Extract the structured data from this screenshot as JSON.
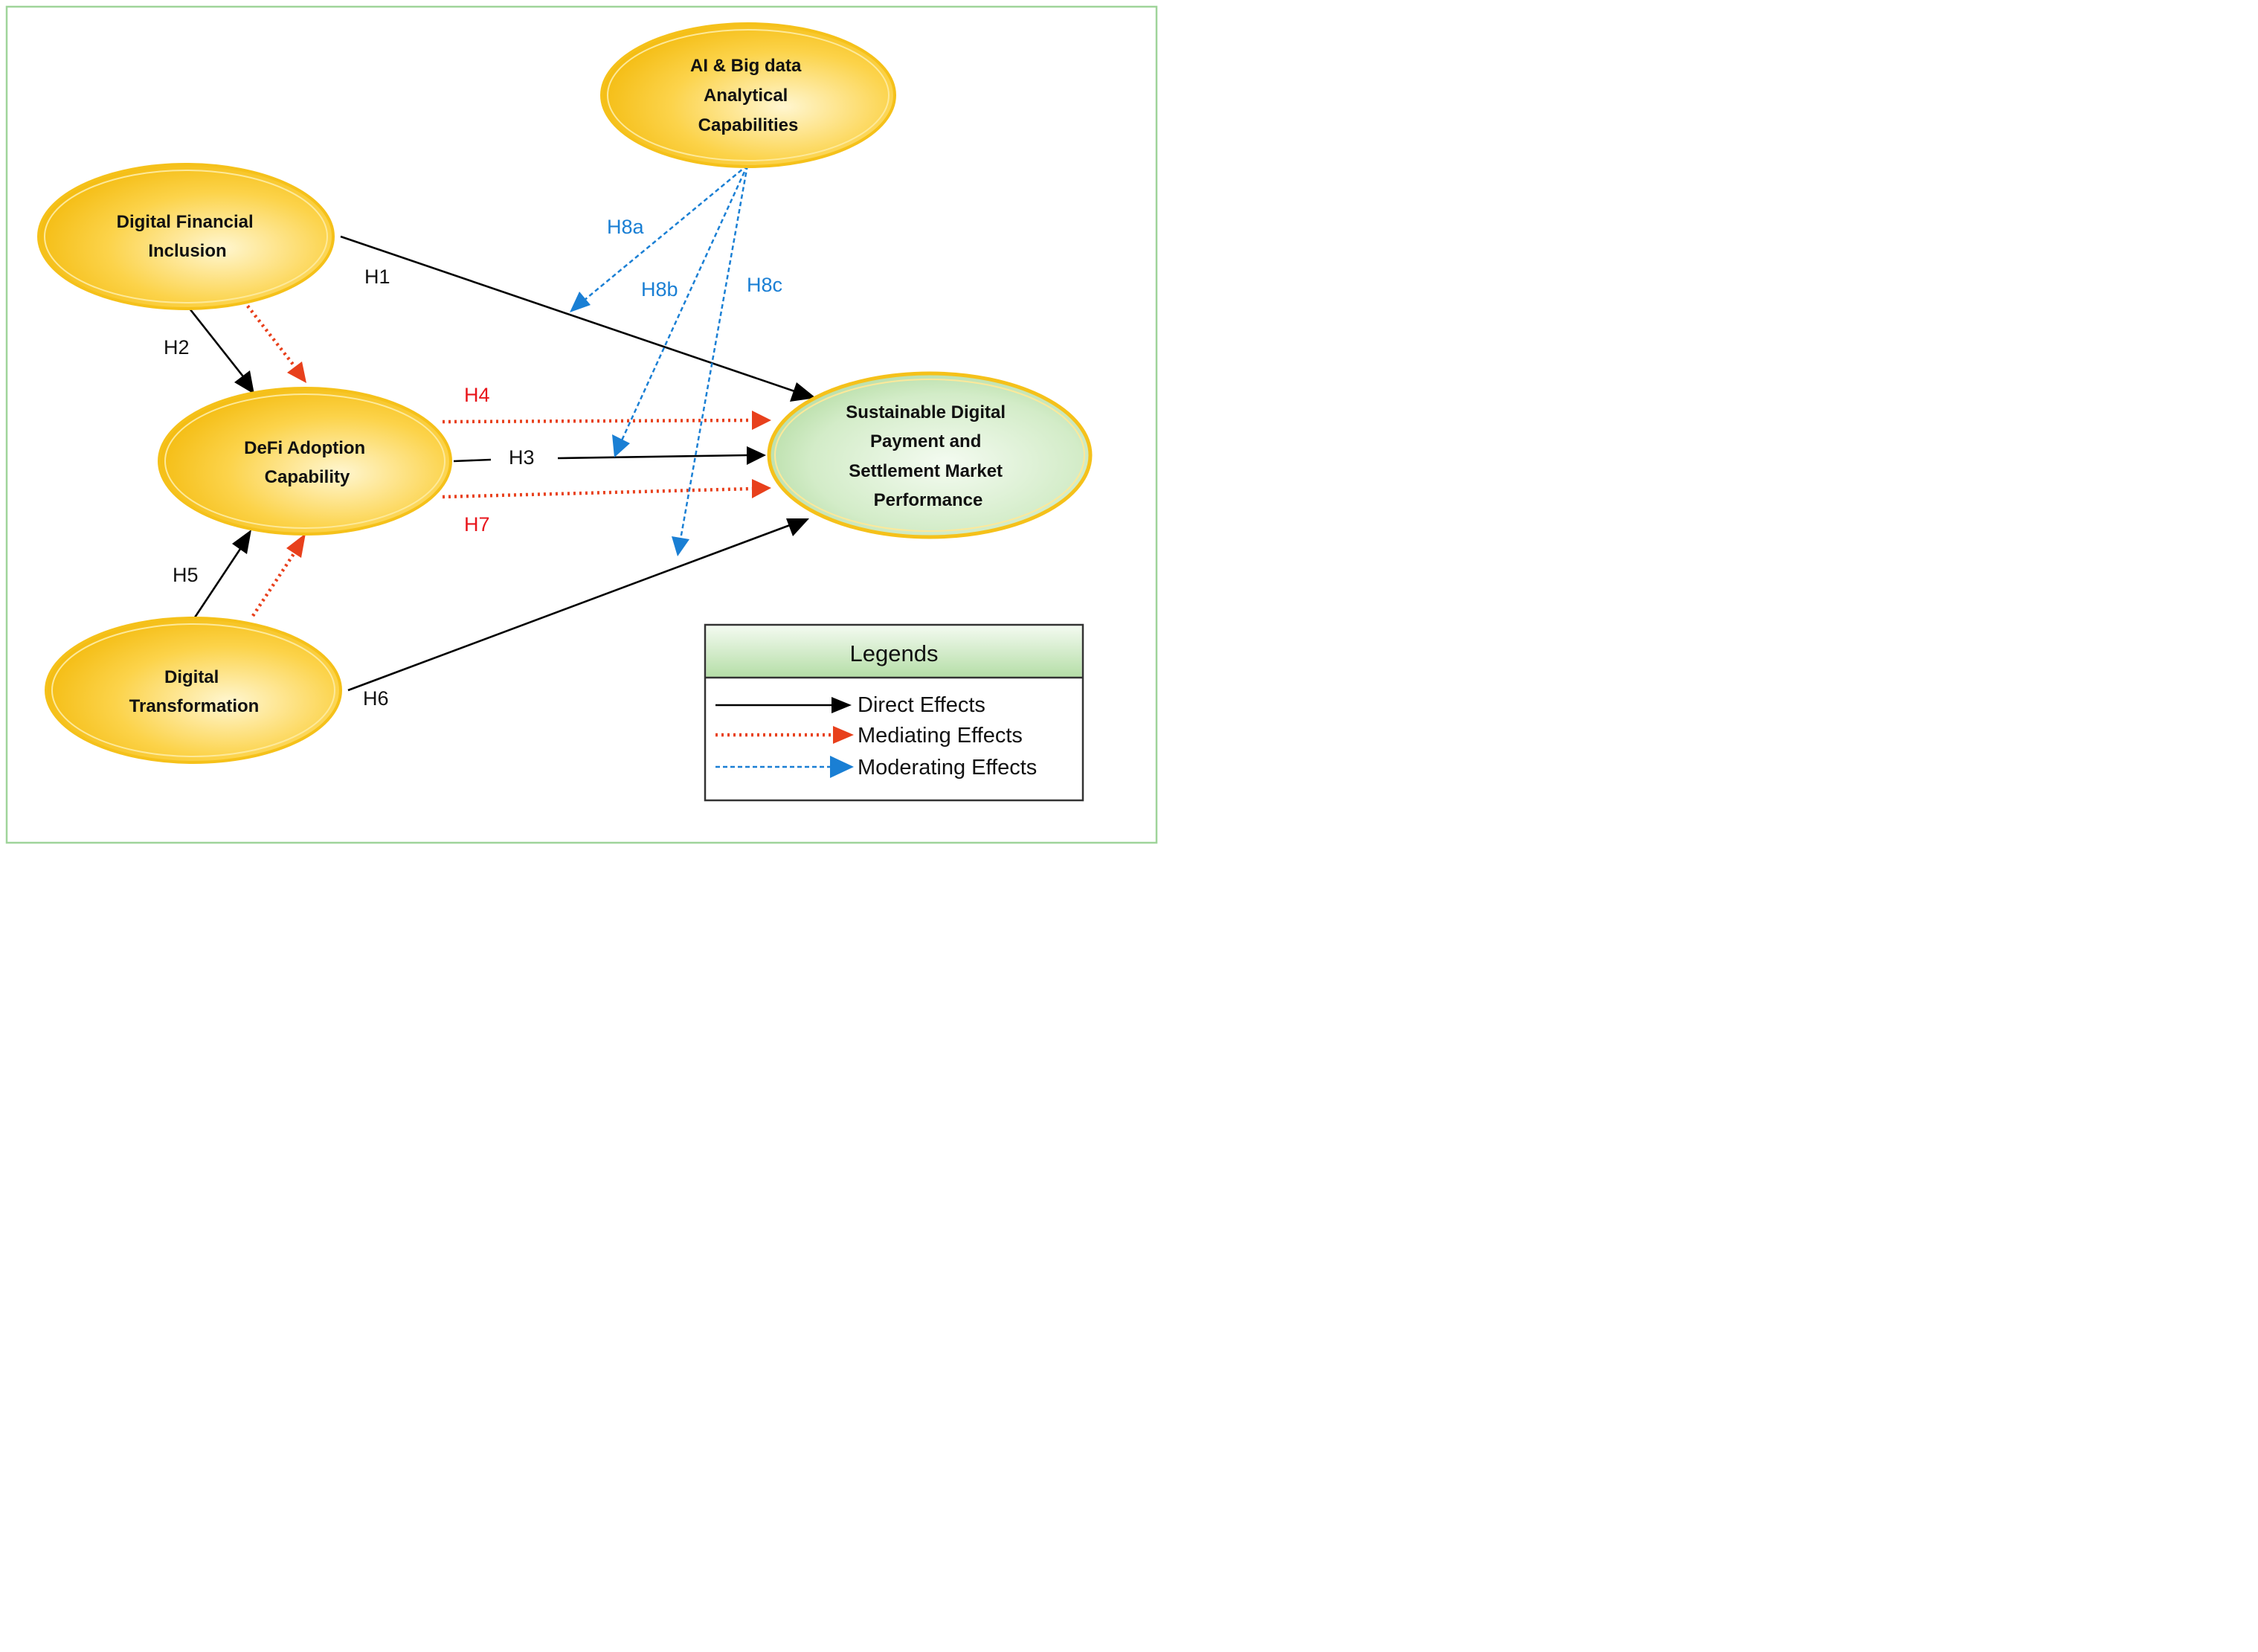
{
  "nodes": {
    "ai": {
      "lines": [
        "AI & Big data",
        "Analytical",
        "Capabilities"
      ]
    },
    "dfi": {
      "lines": [
        "Digital Financial",
        "Inclusion"
      ]
    },
    "defi": {
      "lines": [
        "DeFi Adoption",
        "Capability"
      ]
    },
    "dt": {
      "lines": [
        "Digital",
        "Transformation"
      ]
    },
    "sdp": {
      "lines": [
        "Sustainable Digital",
        "Payment and",
        "Settlement Market",
        "Performance"
      ]
    }
  },
  "hypotheses": {
    "h1": "H1",
    "h2": "H2",
    "h3": "H3",
    "h4": "H4",
    "h5": "H5",
    "h6": "H6",
    "h7": "H7",
    "h8a": "H8a",
    "h8b": "H8b",
    "h8c": "H8c"
  },
  "legend": {
    "title": "Legends",
    "direct": "Direct Effects",
    "mediating": "Mediating Effects",
    "moderating": "Moderating Effects"
  },
  "colors": {
    "border": "#9fd49a",
    "direct": "#000000",
    "mediating": "#e8401c",
    "moderating": "#1a7fd4",
    "node_fill_core": "#fff3c4",
    "node_fill_edge": "#f5bd06",
    "outcome_fill_core": "#eef8ea",
    "outcome_fill_edge": "#a8d898",
    "red_label": "#e8161c",
    "blue_label": "#1a7fd4"
  }
}
